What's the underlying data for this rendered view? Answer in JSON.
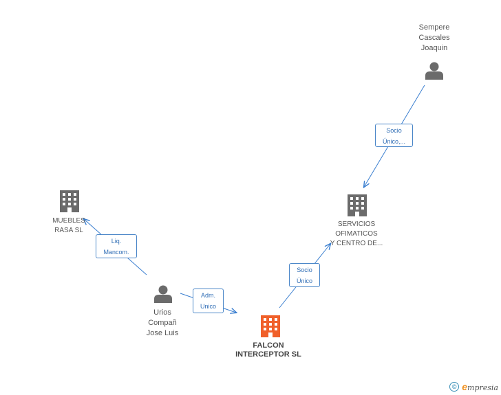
{
  "colors": {
    "edge": "#3b7fd0",
    "icon": "#6b6b6b",
    "focus_icon": "#f0602a",
    "edge_label_border": "#4a86c8"
  },
  "nodes": [
    {
      "id": "sempere",
      "type": "person-icon",
      "label": "Sempere\nCascales\nJoaquin"
    },
    {
      "id": "servicios",
      "type": "building-icon",
      "label": "SERVICIOS\nOFIMATICOS\nY CENTRO DE..."
    },
    {
      "id": "muebles",
      "type": "building-icon",
      "label": "MUEBLES\nRASA  SL"
    },
    {
      "id": "urios",
      "type": "person-icon",
      "label": "Urios\nCompañ\nJose Luis"
    },
    {
      "id": "falcon",
      "type": "building-icon",
      "label": "FALCON\nINTERCEPTOR SL",
      "focus": true
    }
  ],
  "edges": [
    {
      "from": "sempere",
      "to": "servicios",
      "label": "Socio\nÚnico,..."
    },
    {
      "from": "urios",
      "to": "muebles",
      "label": "Liq.\nMancom."
    },
    {
      "from": "urios",
      "to": "falcon",
      "label": "Adm.\nUnico"
    },
    {
      "from": "falcon",
      "to": "servicios",
      "label": "Socio\nÚnico"
    }
  ],
  "watermark": {
    "copyright_symbol": "©",
    "brand_initial": "e",
    "brand_rest": "mpresia"
  }
}
